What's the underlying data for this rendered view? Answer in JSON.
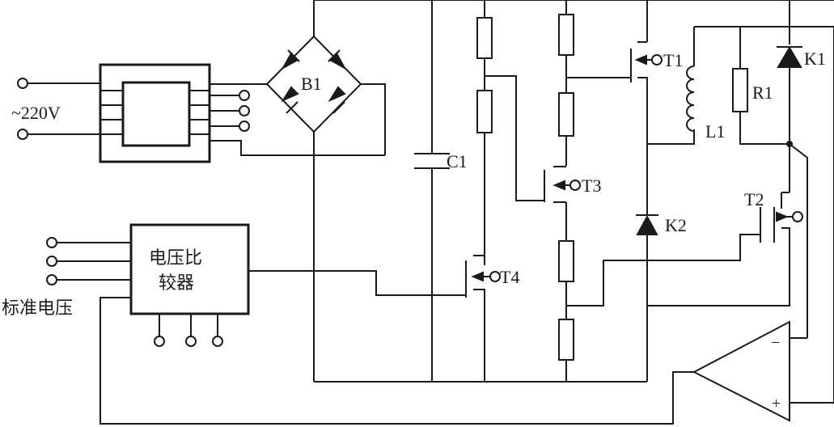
{
  "labels": {
    "ac_input": "~220V",
    "bridge": "B1",
    "capacitor": "C1",
    "t1": "T1",
    "t2": "T2",
    "t3": "T3",
    "t4": "T4",
    "inductor": "L1",
    "resistor": "R1",
    "k1": "K1",
    "k2": "K2",
    "comparator_line1": "电压比",
    "comparator_line2": "较器",
    "reference": "标准电压",
    "opamp_minus": "−",
    "opamp_plus": "+"
  },
  "colors": {
    "ink": "#1a1a1a",
    "background": "#ffffff"
  }
}
